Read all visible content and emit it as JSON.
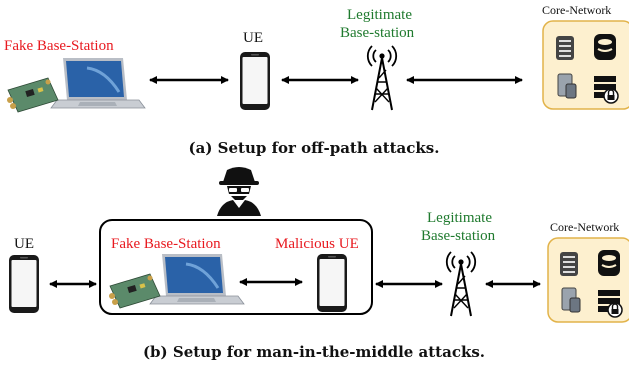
{
  "colors": {
    "fake": "#e8191f",
    "legit": "#1f7a2e",
    "text": "#111111",
    "core_fill": "#fdf0cf",
    "core_stroke": "#e2b34a",
    "phone": "#1a1a1a",
    "laptop_screen": "#2a62a8",
    "board": "#5b8a6a"
  },
  "icons": [
    "laptop-icon",
    "sdr-board-icon",
    "phone-icon",
    "cell-tower-icon",
    "server-rack-icon",
    "database-icon",
    "server-icon",
    "firewall-icon",
    "hacker-icon",
    "double-arrow-icon"
  ],
  "panel_a": {
    "fake_bs": "Fake Base-Station",
    "ue": "UE",
    "legit_line1": "Legitimate",
    "legit_line2": "Base-station",
    "core": "Core-Network",
    "caption": "(a) Setup for off-path attacks."
  },
  "panel_b": {
    "ue": "UE",
    "fake_bs": "Fake Base-Station",
    "malicious_ue": "Malicious UE",
    "legit_line1": "Legitimate",
    "legit_line2": "Base-station",
    "core": "Core-Network",
    "caption": "(b) Setup for man-in-the-middle attacks."
  }
}
